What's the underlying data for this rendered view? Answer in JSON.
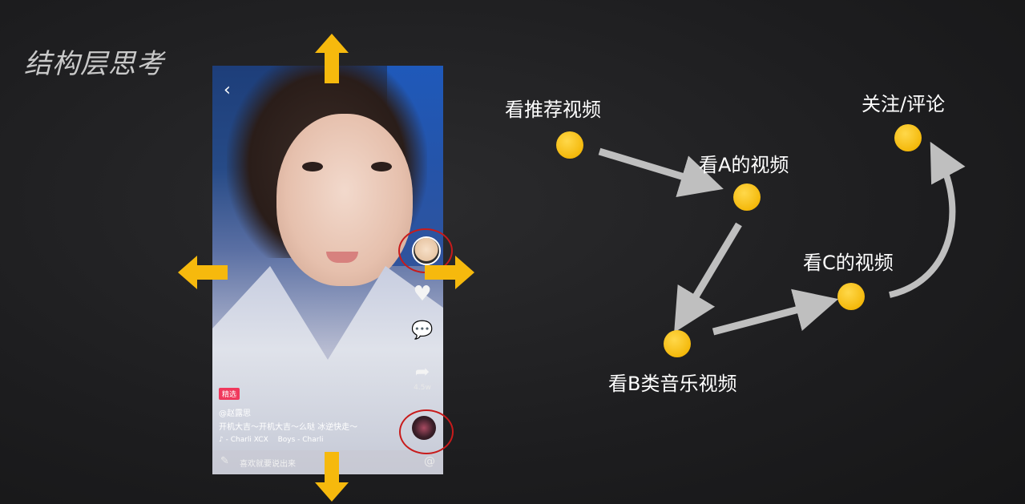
{
  "title": "结构层思考",
  "phone": {
    "back_glyph": "‹",
    "tag": "精选",
    "author": "@赵露思",
    "caption": "开机大吉～开机大吉～么哒 冰逆快走～",
    "music": "♪ - Charli XCX　 Boys - Charli",
    "input_placeholder": "喜欢就要说出来",
    "like_icon": "heart-icon",
    "comment_icon": "comment-icon",
    "share_icon": "share-icon",
    "share_count": "4.5w"
  },
  "flow": {
    "nodes": [
      {
        "id": "recommend",
        "label": "看推荐视频"
      },
      {
        "id": "video-a",
        "label": "看A的视频"
      },
      {
        "id": "music-b",
        "label": "看B类音乐视频"
      },
      {
        "id": "video-c",
        "label": "看C的视频"
      },
      {
        "id": "follow",
        "label": "关注/评论"
      }
    ]
  },
  "colors": {
    "accent": "#f6b90d",
    "ring": "#c81b1b",
    "arrow_gray": "#bfbfbf",
    "tag_pink": "#f0385c"
  }
}
